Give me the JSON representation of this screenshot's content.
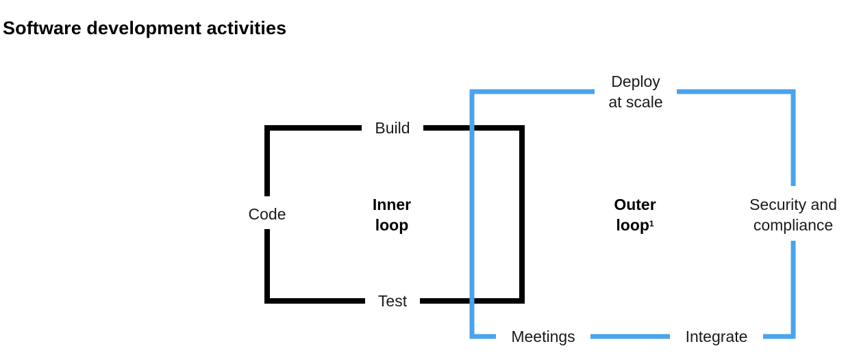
{
  "title": "Software development activities",
  "colors": {
    "inner_loop": "#000000",
    "outer_loop": "#4aa3ec",
    "text": "#1a1a1a",
    "background": "#ffffff"
  },
  "inner_loop": {
    "label_line1": "Inner",
    "label_line2": "loop",
    "steps": {
      "top": "Build",
      "left": "Code",
      "bottom": "Test"
    }
  },
  "outer_loop": {
    "label_line1": "Outer",
    "label_line2": "loop",
    "footnote_marker": "1",
    "steps": {
      "top_line1": "Deploy",
      "top_line2": "at scale",
      "right_line1": "Security and",
      "right_line2": "compliance",
      "bottom_left": "Meetings",
      "bottom_right": "Integrate"
    }
  }
}
